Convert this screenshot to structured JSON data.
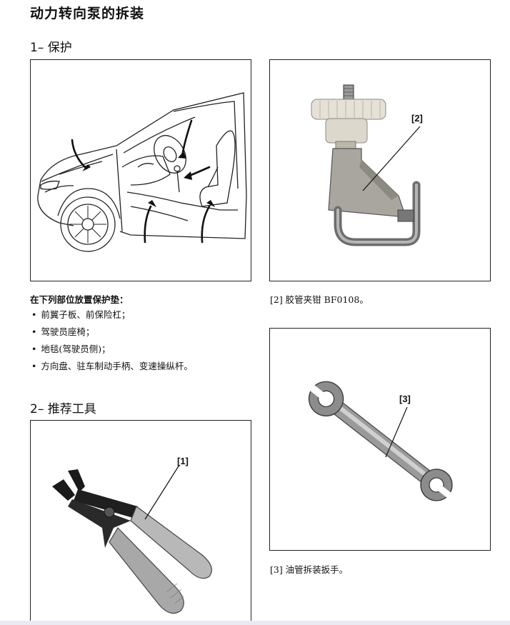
{
  "page": {
    "title": "动力转向泵的拆装"
  },
  "section1": {
    "heading": "1– 保护",
    "protect_heading": "在下列部位放置保护垫：",
    "items": [
      "前翼子板、前保险杠；",
      "驾驶员座椅；",
      "地毯(驾驶员侧)；",
      "方向盘、驻车制动手柄、变速操纵杆。"
    ]
  },
  "section2": {
    "heading": "2– 推荐工具"
  },
  "tools": [
    {
      "callout": "[1]"
    },
    {
      "callout": "[2]",
      "caption": "[2]  胶管夹钳 BF0108。"
    },
    {
      "callout": "[3]",
      "caption": "[3]  油管拆装扳手。"
    }
  ],
  "colors": {
    "text": "#111111",
    "frame_border": "#222222",
    "metal": "#8a8a8a",
    "handle_dark": "#1a1a1a",
    "knob": "#e6e1d6",
    "bottom_strip": "#e9ebf2"
  }
}
